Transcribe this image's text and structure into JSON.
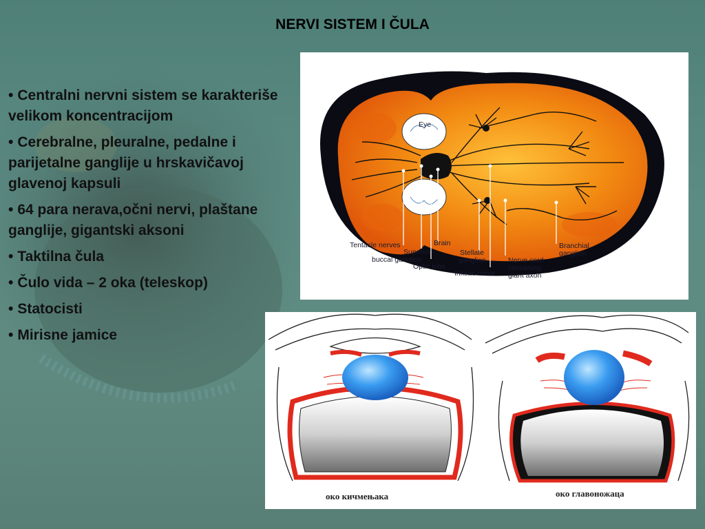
{
  "slide": {
    "title": "NERVI SISTEM I ČULA",
    "bullets": [
      {
        "bullet": "•",
        "text": "Centralni nervni sistem se karakteriše velikom koncentracijom"
      },
      {
        "bullet": "•",
        "text": "Cerebralne, pleuralne, pedalne i parijetalne ganglije u hrskavičavoj glavenoj kapsuli"
      },
      {
        "bullet": "•",
        "text": "64 para nerava,očni nervi, plaštane ganglije, gigantski aksoni"
      },
      {
        "bullet": "•",
        "text": "Taktilna čula"
      },
      {
        "bullet": "•",
        "text": "Čulo vida – 2 oka (teleskop)"
      },
      {
        "bullet": "•",
        "text": "Statocisti"
      },
      {
        "bullet": "•",
        "text": "Mirisne jamice"
      }
    ]
  },
  "diagram_nervous": {
    "labels": {
      "eye": "Eye",
      "tentacle_nerves": "Tentacle nerves",
      "superior_buccal_1": "Superior",
      "superior_buccal_2": "buccal ganglion",
      "brain": "Brain",
      "optic_lobe": "Optic lobe",
      "stellate_1": "Stellate",
      "stellate_2": "ganglion",
      "inksac": "Inksac nerve",
      "nerve_cord_1": "Nerve cord",
      "nerve_cord_2": "containing",
      "nerve_cord_3": "giant axon",
      "branchial_1": "Branchial",
      "branchial_2": "ganglion"
    },
    "colors": {
      "body": "#f07a10",
      "outline": "#111111",
      "label": "#1a1a2e"
    }
  },
  "diagram_eyes": {
    "caption_left": "око кичмењака",
    "caption_right": "око главоножаца",
    "colors": {
      "lens": "#2f8ee8",
      "muscle": "#e02a1e",
      "retina": "#8a8a8a"
    }
  }
}
